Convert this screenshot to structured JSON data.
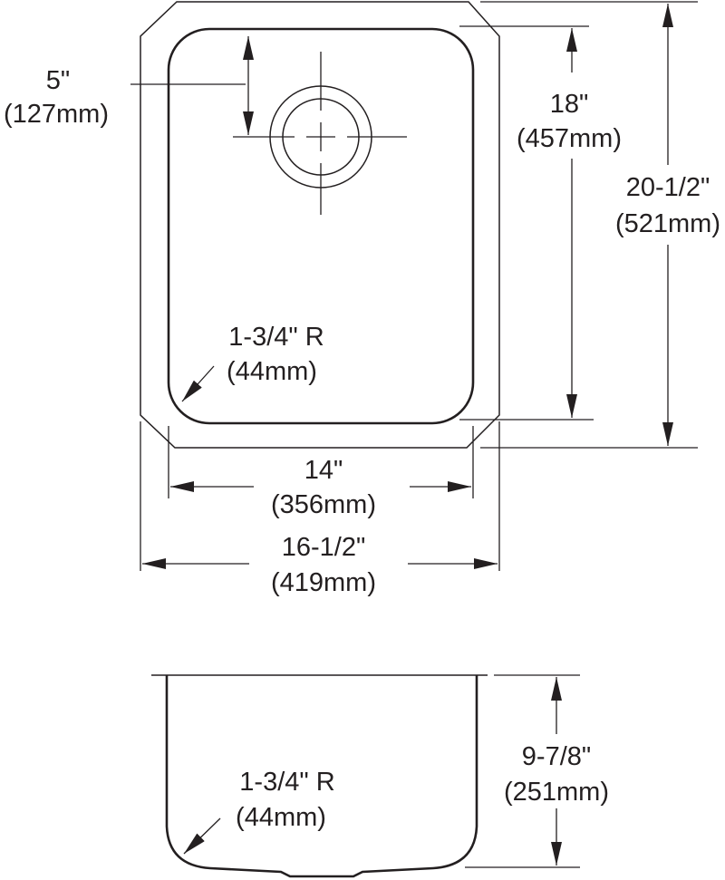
{
  "top_view": {
    "drain_offset": {
      "imperial": "5\"",
      "metric": "(127mm)"
    },
    "bowl_length": {
      "imperial": "18\"",
      "metric": "(457mm)"
    },
    "overall_length": {
      "imperial": "20-1/2\"",
      "metric": "(521mm)"
    },
    "corner_radius": {
      "imperial": "1-3/4\" R",
      "metric": "(44mm)"
    },
    "bowl_width": {
      "imperial": "14\"",
      "metric": "(356mm)"
    },
    "overall_width": {
      "imperial": "16-1/2\"",
      "metric": "(419mm)"
    }
  },
  "side_view": {
    "depth": {
      "imperial": "9-7/8\"",
      "metric": "(251mm)"
    },
    "corner_radius": {
      "imperial": "1-3/4\" R",
      "metric": "(44mm)"
    }
  }
}
